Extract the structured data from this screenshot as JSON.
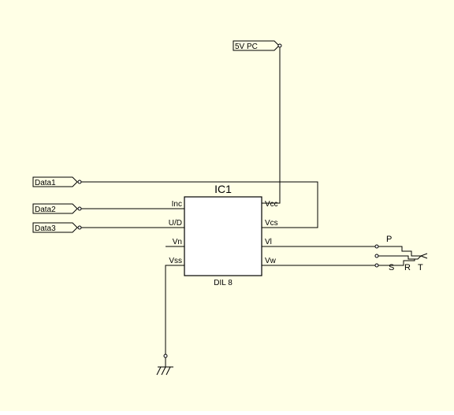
{
  "colors": {
    "background": "#ffffe6",
    "line": "#000000",
    "body_fill": "#ffffff"
  },
  "ic": {
    "ref": "IC1",
    "package": "DIL 8",
    "pins_left": [
      "Inc",
      "U/D",
      "Vn",
      "Vss"
    ],
    "pins_right": [
      "Vcc",
      "Vcs",
      "Vl",
      "Vw"
    ]
  },
  "connectors": {
    "power": "5V PC",
    "data": [
      "Data1",
      "Data2",
      "Data3"
    ]
  },
  "plug_labels": {
    "p": "P",
    "s": "S",
    "r": "R",
    "t": "T"
  },
  "icons": {
    "ground": "ground-icon",
    "plug": "audio-jack-icon"
  }
}
